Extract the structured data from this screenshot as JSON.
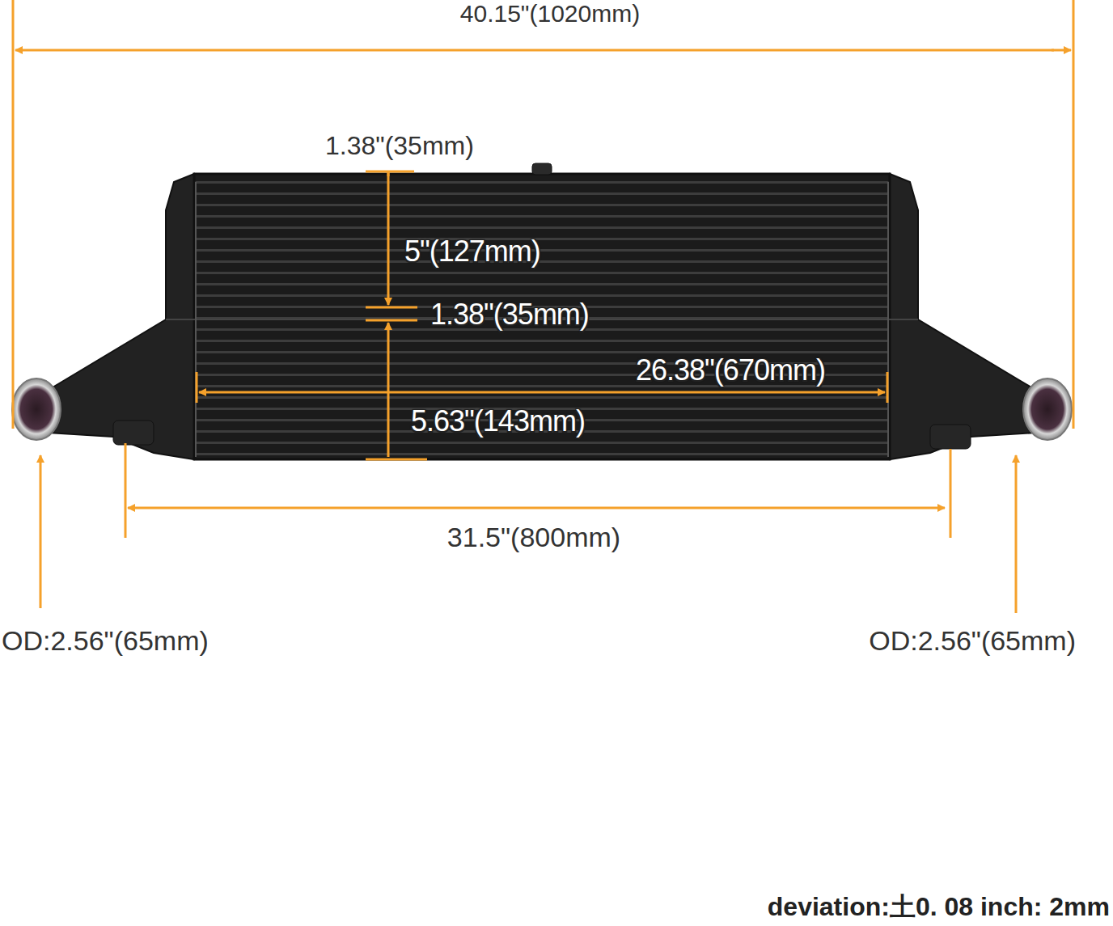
{
  "diagram": {
    "labels": [
      "40.15\"(1020mm)",
      "1.38\"(35mm)",
      "5\"(127mm)",
      "1.38\"(35mm)",
      "26.38\"(670mm)",
      "5.63\"(143mm)",
      "31.5\"(800mm)",
      "OD:2.56\"(65mm)",
      "OD:2.56\"(65mm)",
      "deviation:土0. 08 inch: 2mm"
    ]
  }
}
